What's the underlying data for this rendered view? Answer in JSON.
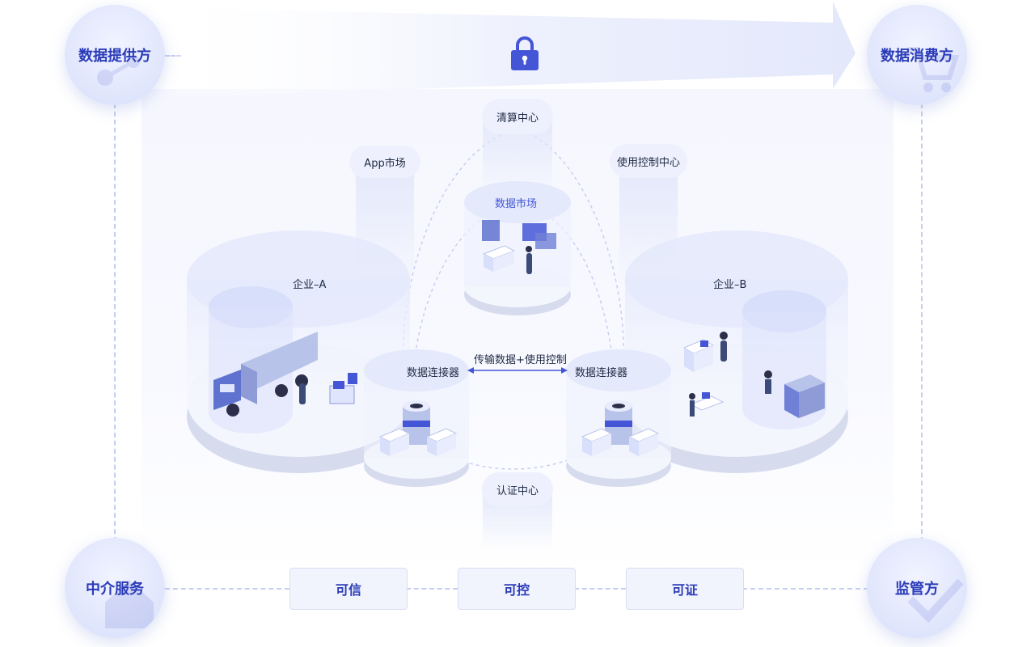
{
  "roles": {
    "provider": "数据提供方",
    "consumer": "数据消费方",
    "intermediary": "中介服务",
    "regulator": "监管方"
  },
  "centers": {
    "clearing": "清算中心",
    "app_market": "App市场",
    "usage_control": "使用控制中心",
    "data_market": "数据市场",
    "certification": "认证中心"
  },
  "enterprises": {
    "a": "企业–A",
    "b": "企业–B"
  },
  "connectors": {
    "left": "数据连接器",
    "right": "数据连接器",
    "link_label": "传输数据+使用控制"
  },
  "principles": [
    "可信",
    "可控",
    "可证"
  ],
  "colors": {
    "accent": "#2a3bb8",
    "lock": "#4456d6",
    "soft": "#dfe5fc"
  },
  "icons": {
    "top": "lock-icon"
  }
}
